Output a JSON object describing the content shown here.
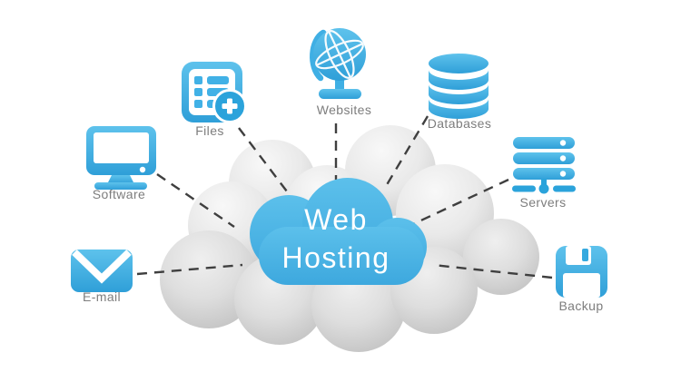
{
  "title": {
    "line1": "Web",
    "line2": "Hosting"
  },
  "nodes": [
    {
      "id": "software",
      "label": "Software",
      "icon": "monitor-icon"
    },
    {
      "id": "files",
      "label": "Files",
      "icon": "document-add-icon"
    },
    {
      "id": "websites",
      "label": "Websites",
      "icon": "globe-icon"
    },
    {
      "id": "databases",
      "label": "Databases",
      "icon": "database-icon"
    },
    {
      "id": "servers",
      "label": "Servers",
      "icon": "server-stack-icon"
    },
    {
      "id": "backup",
      "label": "Backup",
      "icon": "floppy-disk-icon"
    },
    {
      "id": "email",
      "label": "E-mail",
      "icon": "envelope-icon"
    }
  ],
  "colors": {
    "icon_blue_light": "#5ec2ec",
    "icon_blue_dark": "#2f9fd8",
    "accent_blue": "#2ba3db",
    "cloud_blue_light": "#5cc0eb",
    "cloud_blue_dark": "#3da8de",
    "cloud_gray_light": "#f2f2f2",
    "cloud_gray_dark": "#c2c2c2",
    "label_gray": "#7d7d7d",
    "connector_gray": "#3f3f3f",
    "background": "#ffffff"
  }
}
